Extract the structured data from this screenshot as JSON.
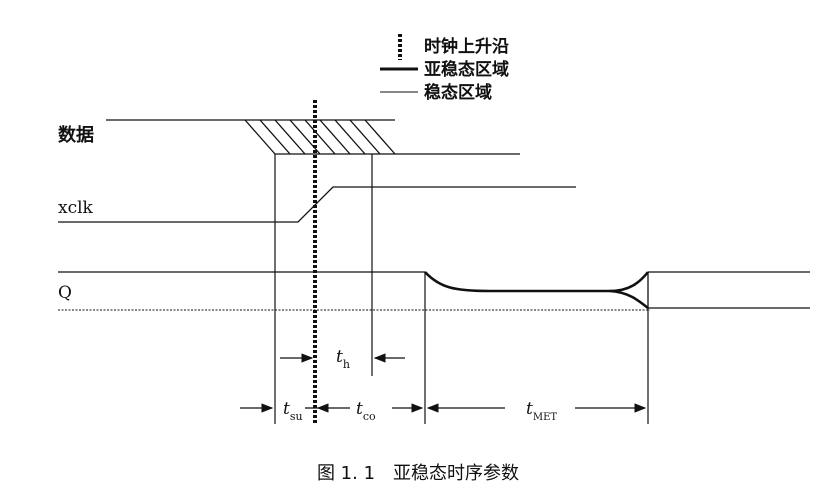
{
  "legend": {
    "rising_edge": "时钟上升沿",
    "metastable": "亚稳态区域",
    "stable": "稳态区域"
  },
  "signals": {
    "data": "数据",
    "clock": "xclk",
    "output": "Q"
  },
  "timing": {
    "th_main": "t",
    "th_sub": "h",
    "tsu_main": "t",
    "tsu_sub": "su",
    "tco_main": "t",
    "tco_sub": "co",
    "tmet_main": "t",
    "tmet_sub": "MET"
  },
  "caption": "图 1. 1　亚稳态时序参数"
}
